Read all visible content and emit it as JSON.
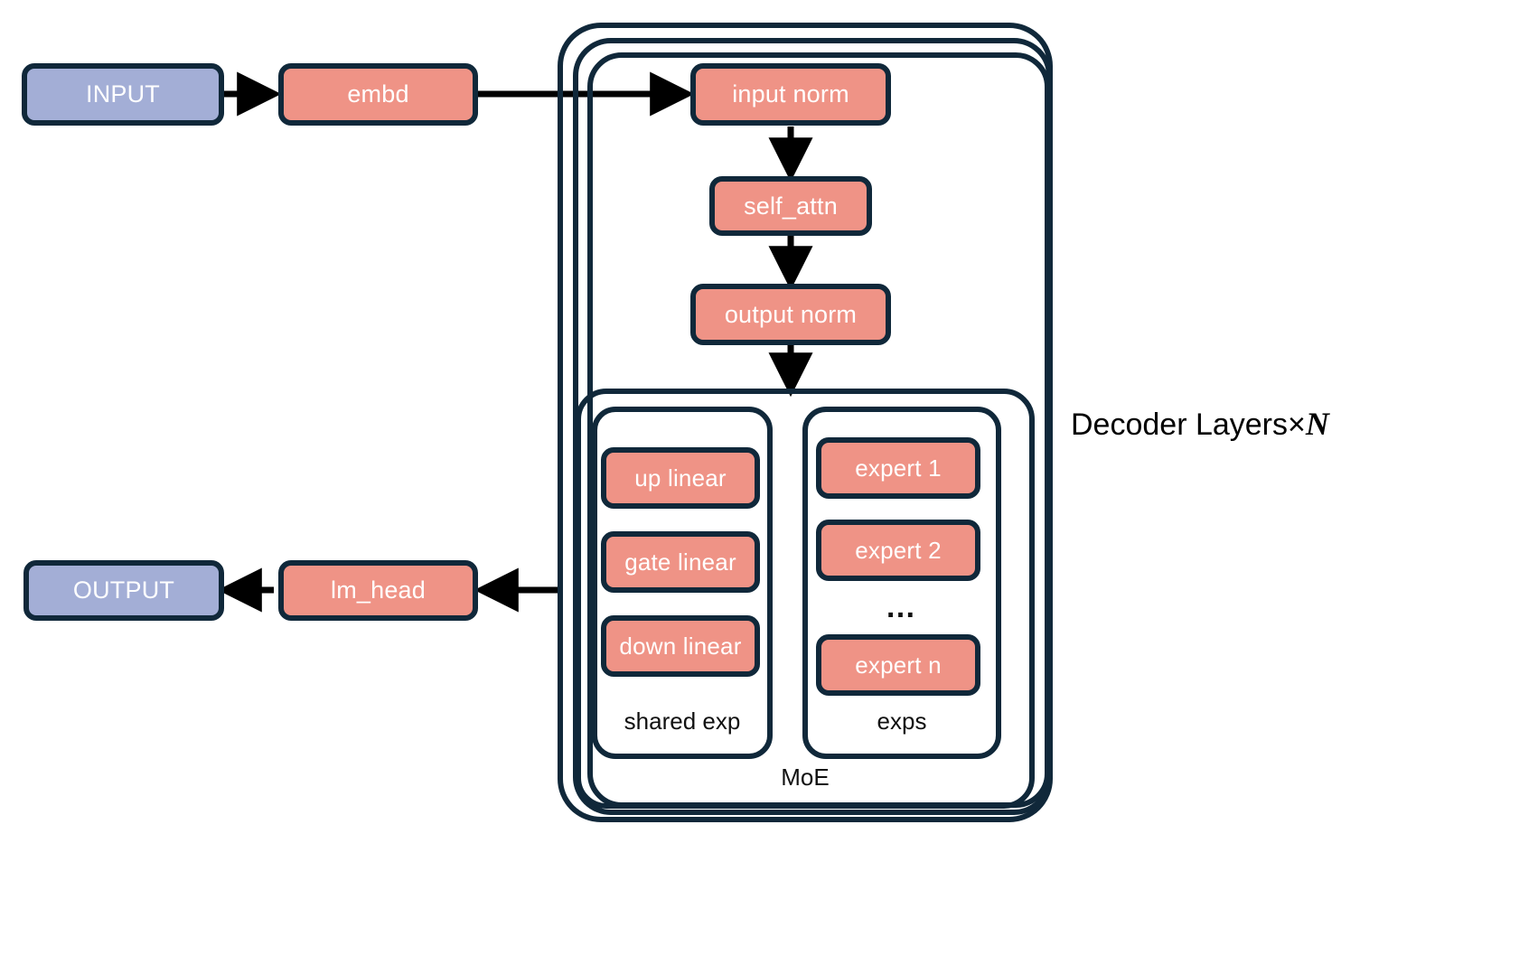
{
  "diagram": {
    "title_label": "Decoder Layers×",
    "title_var": "N",
    "colors": {
      "stroke": "#10283a",
      "salmon": "#ef9386",
      "blue": "#a3aed6",
      "text_on_node": "#ffffff",
      "label_text": "#111111",
      "background": "#ffffff"
    },
    "nodes": {
      "input": "INPUT",
      "embd": "embd",
      "input_norm": "input norm",
      "self_attn": "self_attn",
      "output_norm": "output norm",
      "up_linear": "up linear",
      "gate_linear": "gate linear",
      "down_linear": "down linear",
      "expert_1": "expert 1",
      "expert_2": "expert 2",
      "expert_ellipsis": "…",
      "expert_n": "expert n",
      "lm_head": "lm_head",
      "output": "OUTPUT"
    },
    "groups": {
      "moe": "MoE",
      "shared_exp": "shared exp",
      "exps": "exps"
    }
  }
}
